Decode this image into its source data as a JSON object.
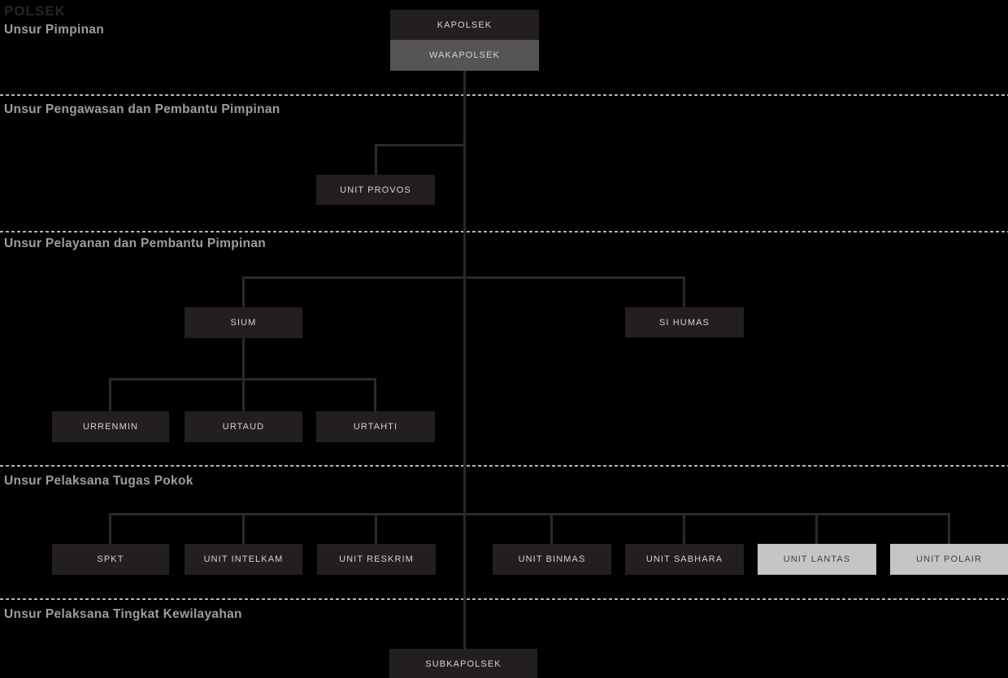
{
  "title": "POLSEK",
  "sections": [
    {
      "label": "Unsur Pimpinan"
    },
    {
      "label": "Unsur Pengawasan dan Pembantu Pimpinan"
    },
    {
      "label": "Unsur Pelayanan dan Pembantu Pimpinan"
    },
    {
      "label": "Unsur Pelaksana Tugas Pokok"
    },
    {
      "label": "Unsur Pelaksana Tingkat Kewilayahan"
    }
  ],
  "nodes": {
    "kapolsek": "KAPOLSEK",
    "wakapolsek": "WAKAPOLSEK",
    "unit_provos": "UNIT PROVOS",
    "sium": "SIUM",
    "si_humas": "SI HUMAS",
    "urrenmin": "URRENMIN",
    "urtaud": "URTAUD",
    "urtahti": "URTAHTI",
    "spkt": "SPKT",
    "unit_intelkam": "UNIT INTELKAM",
    "unit_reskrim": "UNIT RESKRIM",
    "unit_binmas": "UNIT BINMAS",
    "unit_sabhara": "UNIT SABHARA",
    "unit_lantas": "UNIT LANTAS",
    "unit_polair": "UNIT POLAIR",
    "subkapolsek": "SUBKAPOLSEK"
  },
  "colors": {
    "background": "#000000",
    "node_dark": "#231f1f",
    "node_gray": "#575454",
    "node_light": "#c6c5c5",
    "node_text": "#d6d3d2",
    "node_light_text": "#454140",
    "connector": "#2e2927",
    "divider": "#b3b3b3",
    "section_label": "#9d9d9d",
    "title": "#2a2523"
  }
}
